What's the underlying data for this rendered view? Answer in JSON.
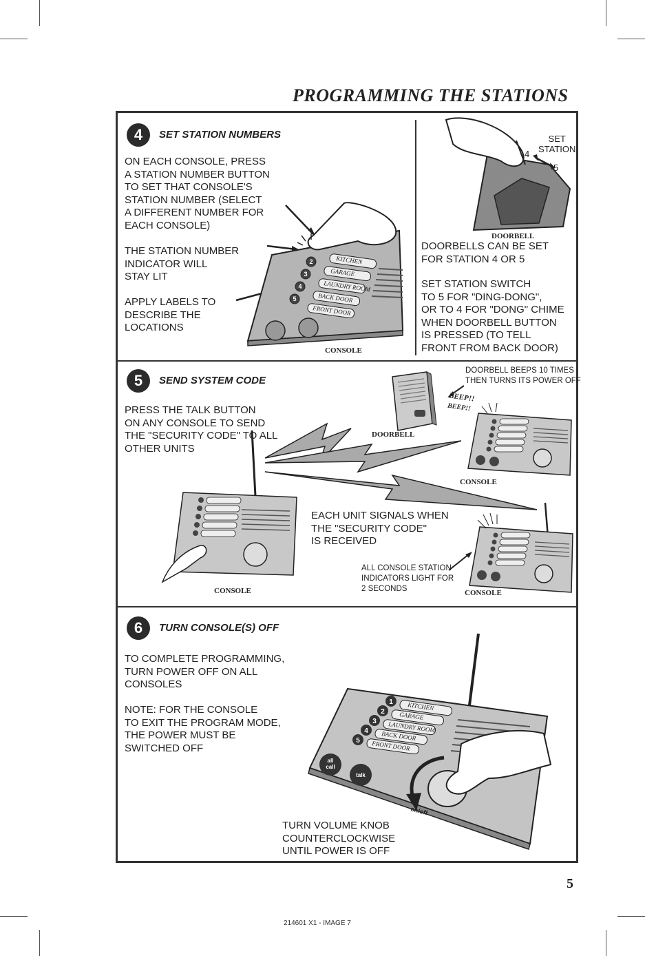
{
  "page": {
    "title": "PROGRAMMING THE STATIONS",
    "page_number": "5",
    "footer": "214601 X1 - IMAGE 7"
  },
  "step4": {
    "number": "4",
    "title": "SET STATION NUMBERS",
    "text1": "ON EACH CONSOLE, PRESS\nA STATION NUMBER BUTTON\nTO SET THAT CONSOLE'S\nSTATION NUMBER (SELECT\nA DIFFERENT NUMBER FOR\nEACH CONSOLE)",
    "text2": "THE STATION NUMBER\nINDICATOR WILL\nSTAY LIT",
    "text3": "APPLY LABELS TO\nDESCRIBE THE\nLOCATIONS",
    "console_label": "CONSOLE",
    "doorbell_label": "DOORBELL",
    "set_station": "SET\nSTATION",
    "digit_4": "4",
    "digit_5": "5",
    "doorbell_text1": "DOORBELLS CAN BE SET\nFOR STATION 4 OR 5",
    "doorbell_text2": "SET STATION SWITCH\nTO 5 FOR \"DING-DONG\",\nOR TO 4 FOR \"DONG\" CHIME\nWHEN DOORBELL BUTTON\nIS PRESSED (TO TELL\nFRONT FROM BACK DOOR)",
    "console_buttons": [
      "2",
      "3",
      "4",
      "5"
    ],
    "console_locations": [
      "KITCHEN",
      "GARAGE",
      "LAUNDRY ROOM",
      "BACK DOOR",
      "FRONT DOOR"
    ]
  },
  "step5": {
    "number": "5",
    "title": "SEND SYSTEM CODE",
    "text1": "PRESS THE TALK BUTTON\nON ANY CONSOLE TO SEND\nTHE \"SECURITY CODE\" TO ALL\nOTHER UNITS",
    "doorbell_note": "DOORBELL BEEPS 10 TIMES\nTHEN TURNS ITS POWER OFF",
    "beep": "BEEP!!",
    "doorbell_label": "DOORBELL",
    "console_label": "CONSOLE",
    "signal_text": "EACH UNIT SIGNALS WHEN\nTHE \"SECURITY CODE\"\nIS RECEIVED",
    "indicator_note": "ALL CONSOLE STATION\nINDICATORS LIGHT FOR\n2 SECONDS"
  },
  "step6": {
    "number": "6",
    "title": "TURN CONSOLE(S) OFF",
    "text1": "TO COMPLETE PROGRAMMING,\nTURN POWER OFF ON ALL\nCONSOLES",
    "text2": "NOTE: FOR THE CONSOLE\nTO EXIT THE PROGRAM MODE,\nTHE POWER MUST BE\nSWITCHED OFF",
    "knob_text": "TURN VOLUME KNOB\nCOUNTERCLOCKWISE\nUNTIL POWER IS OFF",
    "console_buttons": [
      "1",
      "2",
      "3",
      "4",
      "5"
    ],
    "console_locations": [
      "KITCHEN",
      "GARAGE",
      "LAUNDRY ROOM",
      "BACK DOOR",
      "FRONT DOOR"
    ],
    "all_call": "all\ncall",
    "talk": "talk",
    "on_off": "on/off"
  }
}
